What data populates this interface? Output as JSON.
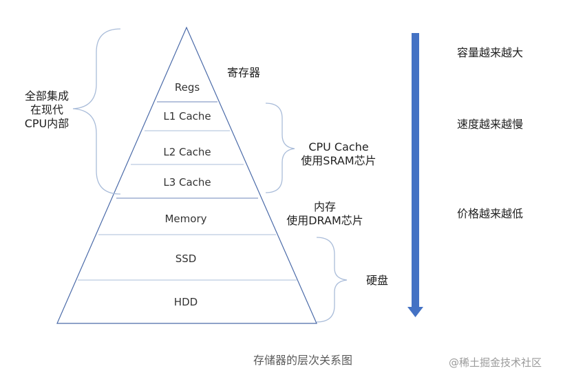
{
  "colors": {
    "line": "#4a6aa8",
    "brace": "#a9bcd9",
    "arrow": "#4472c4",
    "text": "#1f1f1f"
  },
  "levels": [
    "Regs",
    "L1 Cache",
    "L2 Cache",
    "L3 Cache",
    "Memory",
    "SSD",
    "HDD"
  ],
  "annotations": {
    "registers": "寄存器",
    "integrated_line1": "全部集成",
    "integrated_line2": "在现代",
    "integrated_line3": "CPU内部",
    "cpu_cache_line1": "CPU Cache",
    "cpu_cache_line2": "使用SRAM芯片",
    "memory_line1": "内存",
    "memory_line2": "使用DRAM芯片",
    "disk": "硬盘"
  },
  "trends": [
    "容量越来越大",
    "速度越来越慢",
    "价格越来越低"
  ],
  "caption": "存储器的层次关系图",
  "watermark": "@稀土掘金技术社区"
}
